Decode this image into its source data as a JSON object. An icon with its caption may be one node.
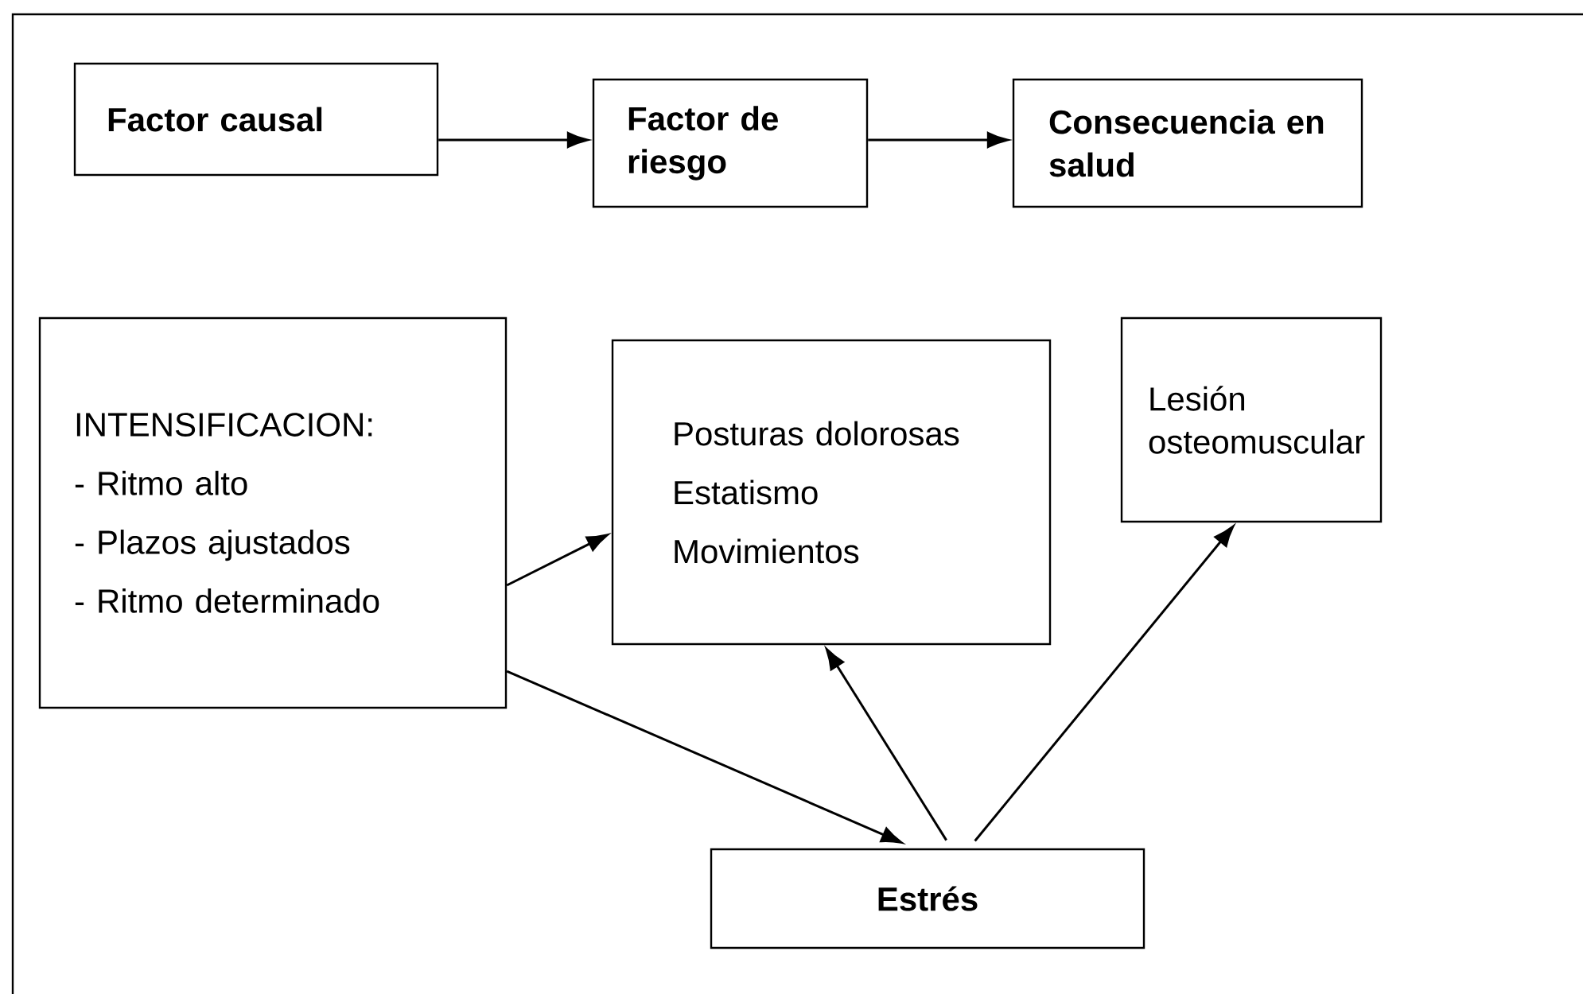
{
  "diagram": {
    "nodes": [
      {
        "text": [
          "Factor causal"
        ]
      },
      {
        "text": [
          "Factor de riesgo"
        ]
      },
      {
        "text": [
          "Consecuencia en salud"
        ]
      },
      {
        "text": [
          "INTENSIFICACION:",
          "- Ritmo alto",
          "- Plazos ajustados",
          "- Ritmo determinado"
        ]
      },
      {
        "text": [
          "Posturas dolorosas",
          "Estatismo",
          "Movimientos"
        ]
      },
      {
        "text": [
          "Lesión osteomuscular"
        ]
      },
      {
        "text": [
          "Estrés"
        ]
      }
    ],
    "edges": [
      {
        "from": 0,
        "to": 1,
        "arrow": "to"
      },
      {
        "from": 1,
        "to": 2,
        "arrow": "to"
      },
      {
        "from": 3,
        "to": 4,
        "arrow": "to"
      },
      {
        "from": 3,
        "to": 6,
        "arrow": "to"
      },
      {
        "from": 6,
        "to": 4,
        "arrow": "to"
      },
      {
        "from": 6,
        "to": 5,
        "arrow": "to"
      }
    ]
  }
}
